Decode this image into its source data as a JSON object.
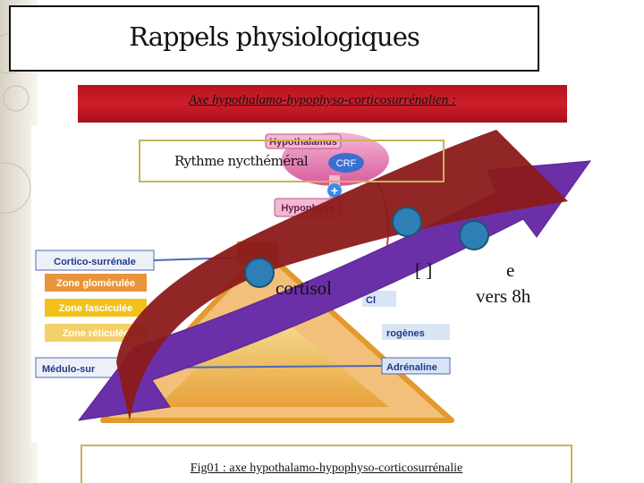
{
  "title": "Rappels physiologiques",
  "banner": "Axe hypothalamo-hypophyso-corticosurrénalien :",
  "rythme": "Rythme nycthéméral",
  "caption": "Fig01 : axe hypothalamo-hypophyso-corticosurrénalie",
  "diagram": {
    "hypothalamus": "Hypothalamus",
    "crf": "CRF",
    "plus": "+",
    "hypophyse": "Hypophyse",
    "cortico_surrenale": "Cortico-surrénale",
    "zone_glomerulee": "Zone glomérulée",
    "zone_fasciculee": "Zone fasciculée",
    "zone_reticulee": "Zone réticulée",
    "medulo": "Médulo-sur",
    "cl": "Cl",
    "androgenes": "rogènes",
    "adrenaline": "Adrénaline"
  },
  "overlay": {
    "cortisol": "cortisol",
    "bracket": "[ ]",
    "e": "e",
    "vers8h": "vers 8h"
  },
  "colors": {
    "banner_red": "#c41a26",
    "arrow_purple": "#6b2fa8",
    "arrow_red": "#8b1a1a",
    "dot_blue": "#2e7fb5",
    "box_yellow": "#c9b45a"
  }
}
